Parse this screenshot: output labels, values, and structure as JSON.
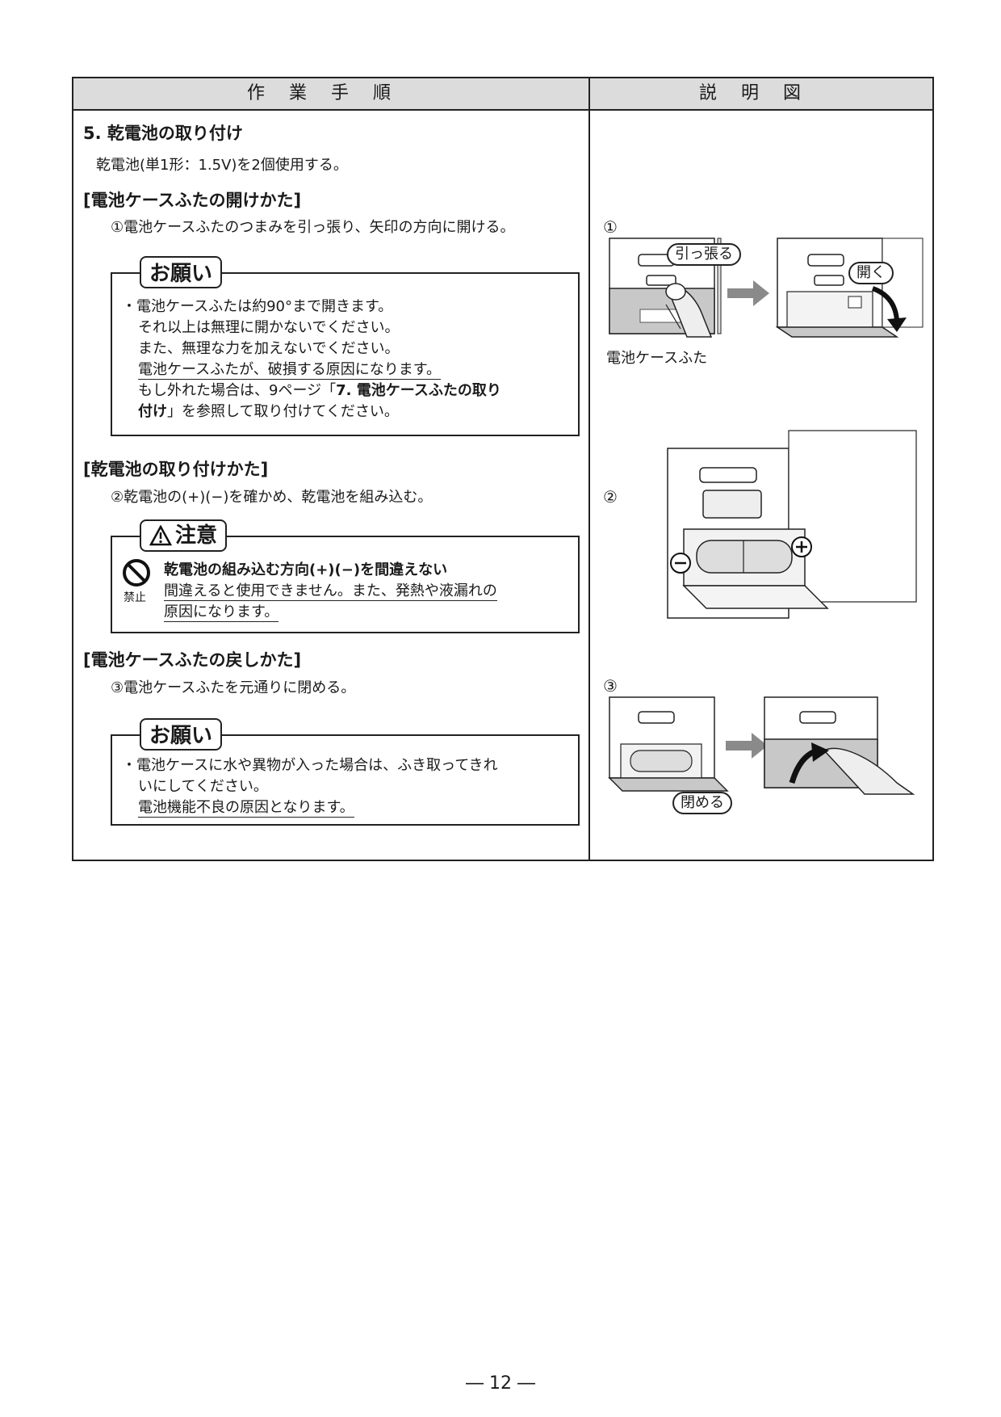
{
  "header": {
    "left": "作業手順",
    "right": "説明図"
  },
  "section": {
    "title": "5. 乾電池の取り付け",
    "intro": "乾電池(単1形：1.5V)を2個使用する。"
  },
  "open": {
    "heading": "[電池ケースふたの開けかた]",
    "step": "①電池ケースふたのつまみを引っ張り、矢印の方向に開ける。",
    "note_tag": "お願い",
    "note_lines": [
      "・電池ケースふたは約90°まで開きます。",
      "それ以上は無理に開かないでください。",
      "また、無理な力を加えないでください。",
      "電池ケースふたが、破損する原因になります。",
      "もし外れた場合は、9ページ「",
      "7. 電池ケースふたの取り",
      "付け",
      "」を参照して取り付けてください。"
    ]
  },
  "install": {
    "heading": "[乾電池の取り付けかた]",
    "step": "②乾電池の(+)(−)を確かめ、乾電池を組み込む。",
    "caution_tag": "注意",
    "prohibit_label": "禁止",
    "caution_title": "乾電池の組み込む方向(+)(−)を間違えない",
    "caution_lines": [
      "間違えると使用できません。また、発熱や液漏れの",
      "原因になります。"
    ]
  },
  "close": {
    "heading": "[電池ケースふたの戻しかた]",
    "step": "③電池ケースふたを元通りに閉める。",
    "note_tag": "お願い",
    "note_lines": [
      "・電池ケースに水や異物が入った場合は、ふき取ってきれ",
      "いにしてください。",
      "電池機能不良の原因となります。"
    ]
  },
  "figures": {
    "fig1_num": "①",
    "fig1_pull": "引っ張る",
    "fig1_open": "開く",
    "fig1_caption": "電池ケースふた",
    "fig2_num": "②",
    "fig3_num": "③",
    "fig3_close": "閉める"
  },
  "page_number": "― 12 ―",
  "colors": {
    "header_bg": "#dcdcdc",
    "cover_gray": "#c8c8c8",
    "arrow_gray": "#8a8a8a"
  }
}
